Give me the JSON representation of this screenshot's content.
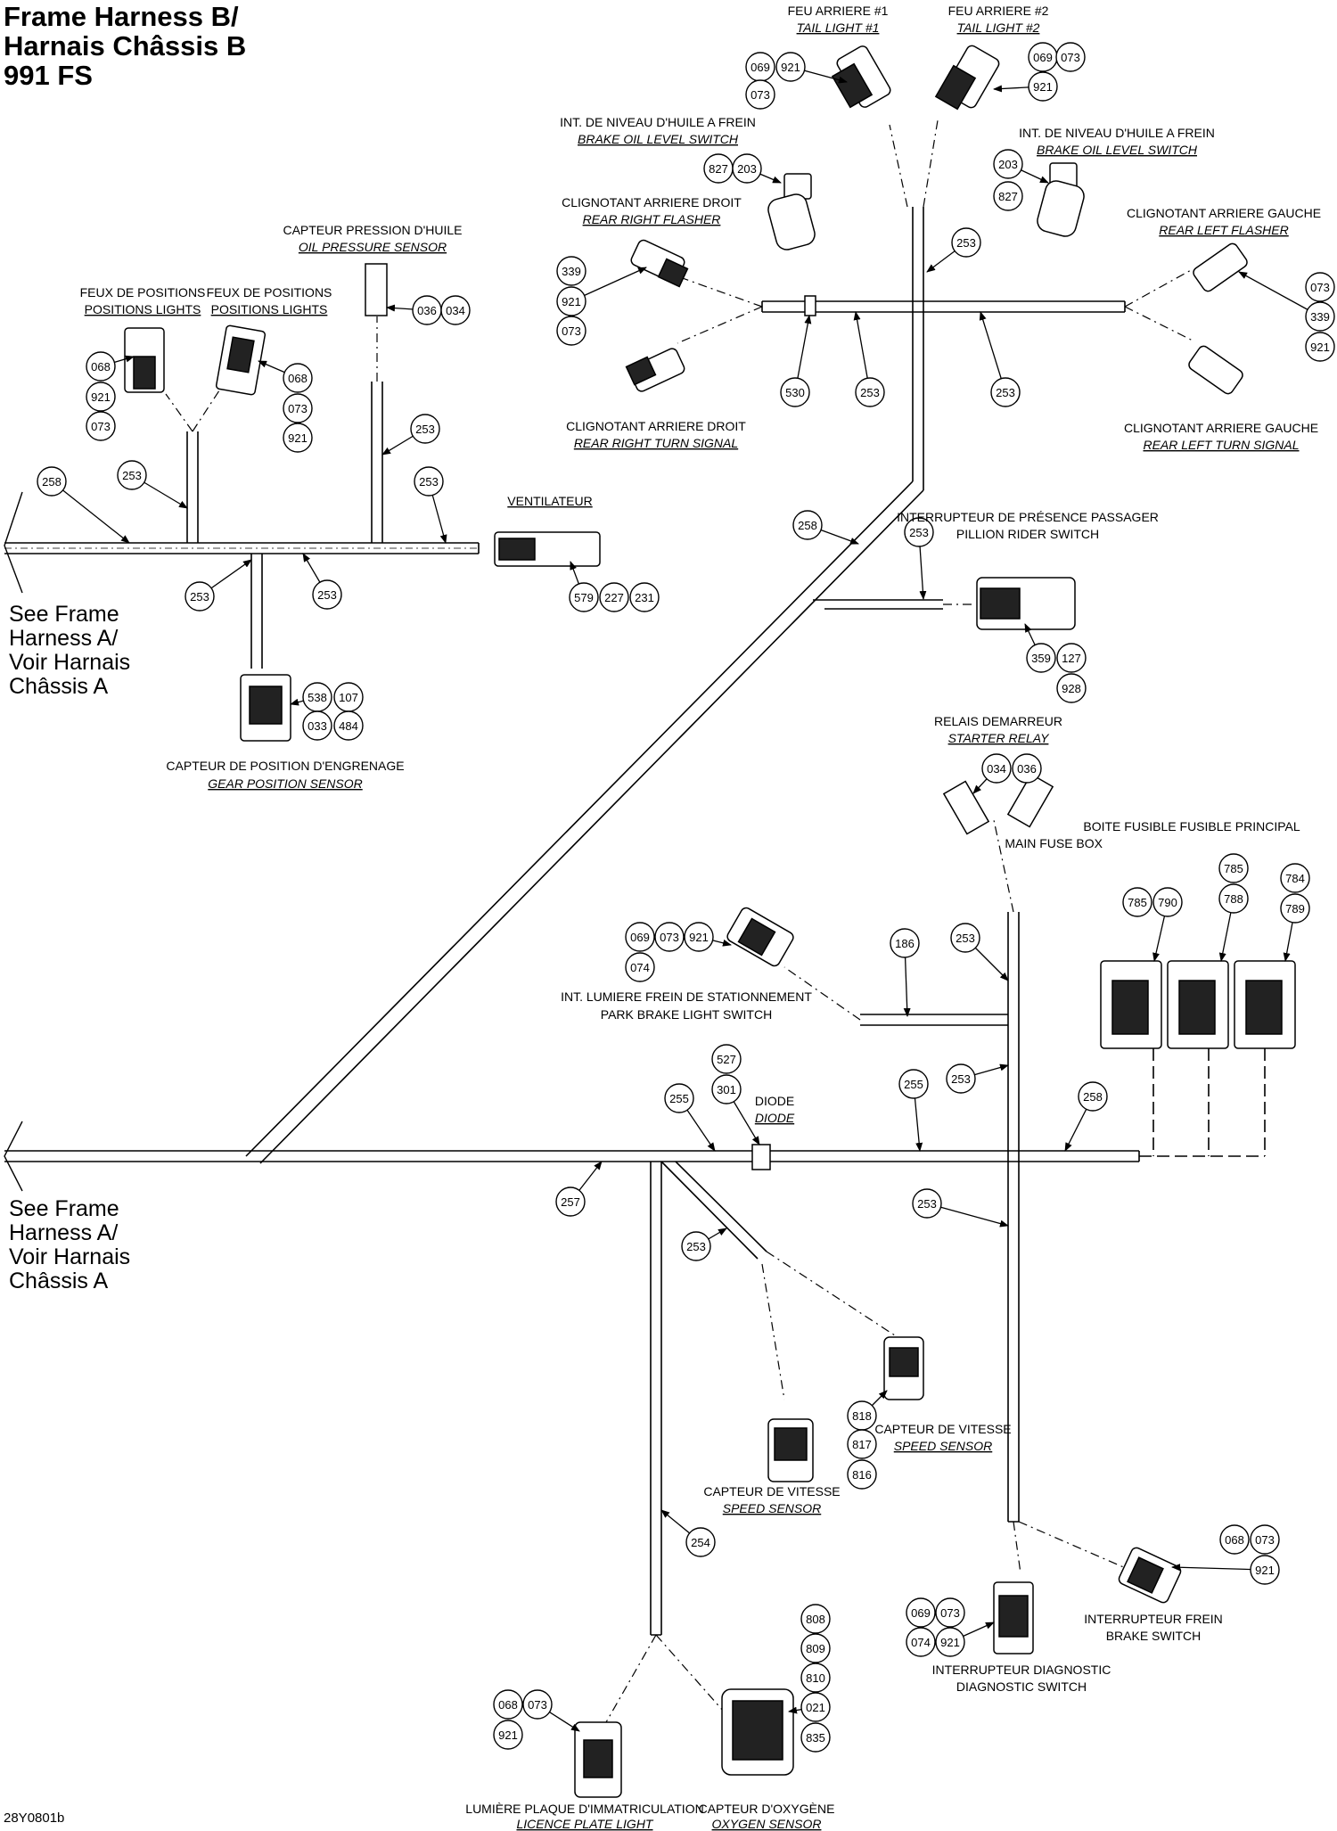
{
  "title": {
    "line1": "Frame Harness B/",
    "line2": "Harnais Châssis B",
    "line3": "991 FS"
  },
  "see_note": {
    "line1": "See Frame",
    "line2": "Harness A/",
    "line3": "Voir Harnais",
    "line4": "Châssis A"
  },
  "figure_ref": "28Y0801b",
  "components": {
    "tail_light_1": {
      "fr": "FEU ARRIERE #1",
      "en": "TAIL LIGHT #1",
      "parts": [
        "069",
        "921",
        "073"
      ]
    },
    "tail_light_2": {
      "fr": "FEU ARRIERE #2",
      "en": "TAIL LIGHT #2",
      "parts": [
        "069",
        "073",
        "921"
      ]
    },
    "brake_oil_left": {
      "fr": "INT. DE NIVEAU D'HUILE A FREIN",
      "en": "BRAKE OIL LEVEL SWITCH",
      "parts": [
        "827",
        "203"
      ]
    },
    "brake_oil_right": {
      "fr": "INT. DE NIVEAU D'HUILE A FREIN",
      "en": "BRAKE OIL LEVEL SWITCH",
      "parts": [
        "203",
        "827"
      ]
    },
    "rear_right_flasher": {
      "fr": "CLIGNOTANT ARRIERE DROIT",
      "en": "REAR RIGHT FLASHER",
      "parts": [
        "339",
        "921",
        "073"
      ]
    },
    "rear_right_turn": {
      "fr": "CLIGNOTANT ARRIERE DROIT",
      "en": "REAR RIGHT TURN SIGNAL"
    },
    "rear_left_flasher": {
      "fr": "CLIGNOTANT ARRIERE GAUCHE",
      "en": "REAR LEFT FLASHER",
      "parts": [
        "073",
        "339",
        "921"
      ]
    },
    "rear_left_turn": {
      "fr": "CLIGNOTANT ARRIERE GAUCHE",
      "en": "REAR LEFT TURN SIGNAL"
    },
    "oil_pressure": {
      "fr": "CAPTEUR PRESSION D'HUILE",
      "en": "OIL PRESSURE SENSOR",
      "parts": [
        "036",
        "034"
      ]
    },
    "position_lights_left": {
      "fr": "FEUX DE POSITIONS",
      "en": "POSITIONS LIGHTS",
      "parts": [
        "068",
        "921",
        "073"
      ]
    },
    "position_lights_right": {
      "fr": "FEUX DE POSITIONS",
      "en": "POSITIONS LIGHTS",
      "parts": [
        "068",
        "073",
        "921"
      ]
    },
    "fan": {
      "fr": "VENTILATEUR",
      "parts": [
        "579",
        "227",
        "231"
      ]
    },
    "gear_position": {
      "fr": "CAPTEUR DE POSITION D'ENGRENAGE",
      "en": "GEAR POSITION SENSOR",
      "parts": [
        "538",
        "107",
        "033",
        "484"
      ]
    },
    "pillion": {
      "fr": "INTERRUPTEUR DE PRÉSENCE PASSAGER",
      "en": "PILLION RIDER SWITCH",
      "parts": [
        "359",
        "127",
        "928"
      ]
    },
    "starter_relay": {
      "fr": "RELAIS DEMARREUR",
      "en": "STARTER RELAY",
      "parts": [
        "034",
        "036"
      ]
    },
    "main_fuse_box": {
      "fr": "BOITE FUSIBLE FUSIBLE PRINCIPAL",
      "en": "MAIN FUSE BOX",
      "parts": [
        "785",
        "790",
        "785",
        "788",
        "784",
        "789"
      ]
    },
    "park_brake": {
      "fr": "INT. LUMIERE FREIN DE STATIONNEMENT",
      "en": "PARK BRAKE LIGHT SWITCH",
      "parts": [
        "069",
        "073",
        "921",
        "074"
      ]
    },
    "diode": {
      "fr": "DIODE",
      "en": "DIODE",
      "parts": [
        "527",
        "301"
      ]
    },
    "speed_sensor_upper": {
      "fr": "CAPTEUR DE VITESSE",
      "en": "SPEED SENSOR"
    },
    "speed_sensor_lower": {
      "fr": "CAPTEUR DE VITESSE",
      "en": "SPEED SENSOR"
    },
    "speed_parts": [
      "818",
      "817",
      "816"
    ],
    "brake_switch": {
      "fr": "INTERRUPTEUR FREIN",
      "en": "BRAKE SWITCH",
      "parts": [
        "068",
        "073",
        "921"
      ]
    },
    "diag_switch": {
      "fr": "INTERRUPTEUR DIAGNOSTIC",
      "en": "DIAGNOSTIC SWITCH",
      "parts": [
        "069",
        "073",
        "074",
        "921"
      ]
    },
    "licence_plate": {
      "fr": "LUMIÈRE PLAQUE D'IMMATRICULATION",
      "en": "LICENCE PLATE LIGHT",
      "parts": [
        "068",
        "073",
        "921"
      ]
    },
    "oxygen_sensor": {
      "fr": "CAPTEUR D'OXYGÈNE",
      "en": "OXYGEN SENSOR",
      "parts": [
        "808",
        "809",
        "810",
        "021",
        "835"
      ]
    }
  },
  "harness_refs": [
    "253",
    "258",
    "530",
    "186",
    "255",
    "257",
    "254"
  ]
}
